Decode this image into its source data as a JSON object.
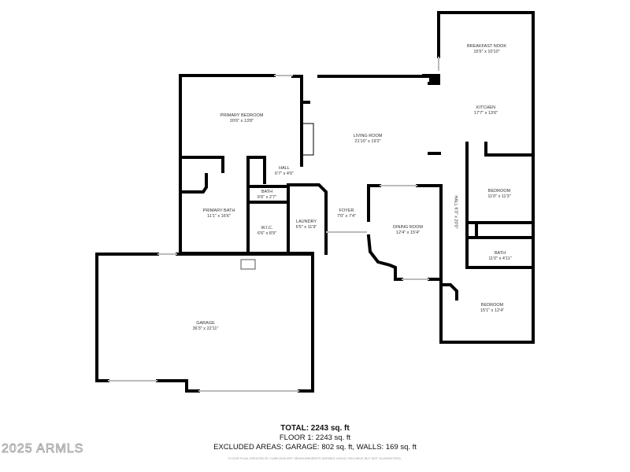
{
  "rooms": {
    "breakfast_nook": {
      "name": "BREAKFAST NOOK",
      "size": "15'5\" x 10'10\""
    },
    "kitchen": {
      "name": "KITCHEN",
      "size": "17'7\" x 13'6\""
    },
    "primary_bedroom": {
      "name": "PRIMARY BEDROOM",
      "size": "20'6\" x 13'8\""
    },
    "living_room": {
      "name": "LIVING ROOM",
      "size": "21'10\" x 19'2\""
    },
    "hall": {
      "name": "HALL",
      "size": "6'7\" x 4'6\""
    },
    "bath_small": {
      "name": "BATH",
      "size": "6'6\" x 2'7\""
    },
    "primary_bath": {
      "name": "PRIMARY BATH",
      "size": "11'1\" x 16'6\""
    },
    "wic": {
      "name": "W.I.C.",
      "size": "6'6\" x 8'9\""
    },
    "laundry": {
      "name": "LAUNDRY",
      "size": "6'5\" x 11'9\""
    },
    "foyer": {
      "name": "FOYER",
      "size": "7'0\" x 7'4\""
    },
    "dining_room": {
      "name": "DINING ROOM",
      "size": "12'4\" x 15'4\""
    },
    "hall_vertical": {
      "name": "HALL",
      "size": "6'3\" x 20'0\""
    },
    "bedroom_1": {
      "name": "BEDROOM",
      "size": "11'0\" x 11'3\""
    },
    "bath_2": {
      "name": "BATH",
      "size": "11'0\" x 4'11\""
    },
    "bedroom_2": {
      "name": "BEDROOM",
      "size": "15'1\" x 12'4\""
    },
    "garage": {
      "name": "GARAGE",
      "size": "36'3\" x 22'11\""
    }
  },
  "summary": {
    "total": "TOTAL: 2243 sq. ft",
    "floor1": "FLOOR 1: 2243 sq. ft",
    "excluded": "EXCLUDED AREAS: GARAGE: 802 sq. ft, WALLS: 169 sq. ft",
    "disclaimer": "FLOOR PLAN CREATED BY CUBICASA APP. MEASUREMENTS DEEMED HIGHLY RELIABLE BUT NOT GUARANTEED."
  },
  "watermark": "2025 ARMLS"
}
